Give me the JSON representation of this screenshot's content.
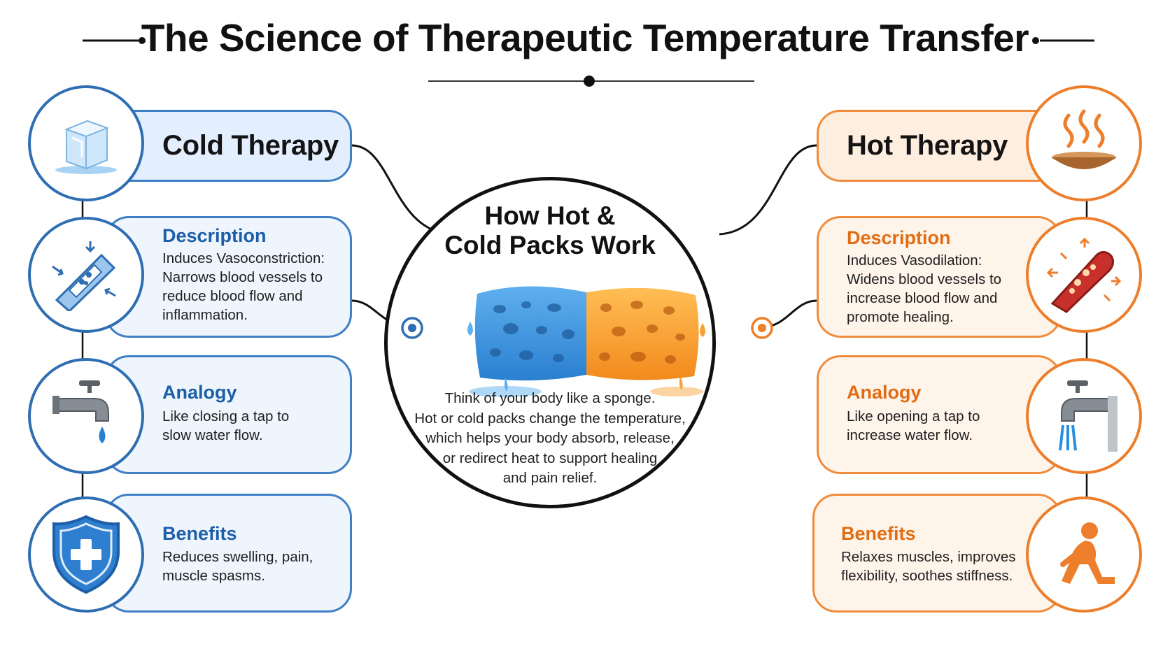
{
  "title": "The Science of Therapeutic Temperature Transfer",
  "colors": {
    "cold_accent": "#2f6eb2",
    "cold_text": "#1d5ea8",
    "hot_accent": "#ec7e2c",
    "hot_text": "#e06d14"
  },
  "center": {
    "title_lines": [
      "How Hot &",
      "Cold Packs Work"
    ],
    "icon": "sponge-icon",
    "body_lines": [
      "Think of your body like a sponge.",
      "Hot or cold packs change the temperature,",
      "which helps your body absorb, release,",
      "or redirect heat to support healing",
      "and pain relief."
    ]
  },
  "cold": {
    "header": "Cold Therapy",
    "header_icon": "ice-cube-icon",
    "cards": [
      {
        "title": "Description",
        "icon": "constricted-vessel-icon",
        "lines": [
          "Induces Vasoconstriction:",
          "Narrows blood vessels to",
          "reduce blood flow and",
          "inflammation."
        ]
      },
      {
        "title": "Analogy",
        "icon": "closed-tap-icon",
        "lines": [
          "Like closing a tap to",
          "slow water flow."
        ]
      },
      {
        "title": "Benefits",
        "icon": "shield-cross-icon",
        "lines": [
          "Reduces swelling, pain,",
          "muscle spasms."
        ]
      }
    ]
  },
  "hot": {
    "header": "Hot Therapy",
    "header_icon": "steaming-bowl-icon",
    "cards": [
      {
        "title": "Description",
        "icon": "dilated-vessel-icon",
        "lines": [
          "Induces Vasodilation:",
          "Widens blood vessels to",
          "increase blood flow and",
          "promote healing."
        ]
      },
      {
        "title": "Analogy",
        "icon": "open-tap-icon",
        "lines": [
          "Like opening a tap to",
          "increase water flow."
        ]
      },
      {
        "title": "Benefits",
        "icon": "stretching-person-icon",
        "lines": [
          "Relaxes muscles, improves",
          "flexibility, soothes stiffness."
        ]
      }
    ]
  }
}
